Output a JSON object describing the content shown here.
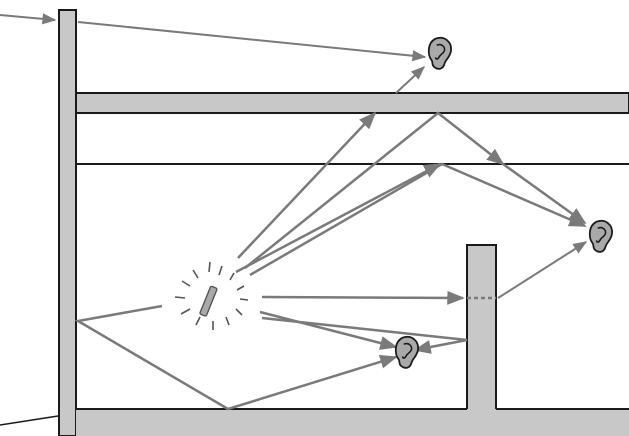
{
  "figure": {
    "kind": "sound-propagation-diagram",
    "colors": {
      "wall_fill": "#c8c8c8",
      "wall_stroke": "#1a1a1a",
      "ray": "#7a7a7a",
      "ear_fill": "#a9a9a9",
      "ear_stroke": "#1a1a1a",
      "burst": "#555555"
    },
    "icons": {
      "source": "sound-source-burst-icon",
      "receiver": "ear-icon"
    },
    "listeners": [
      {
        "name": "ear-top"
      },
      {
        "name": "ear-right"
      },
      {
        "name": "ear-bottom"
      }
    ]
  }
}
